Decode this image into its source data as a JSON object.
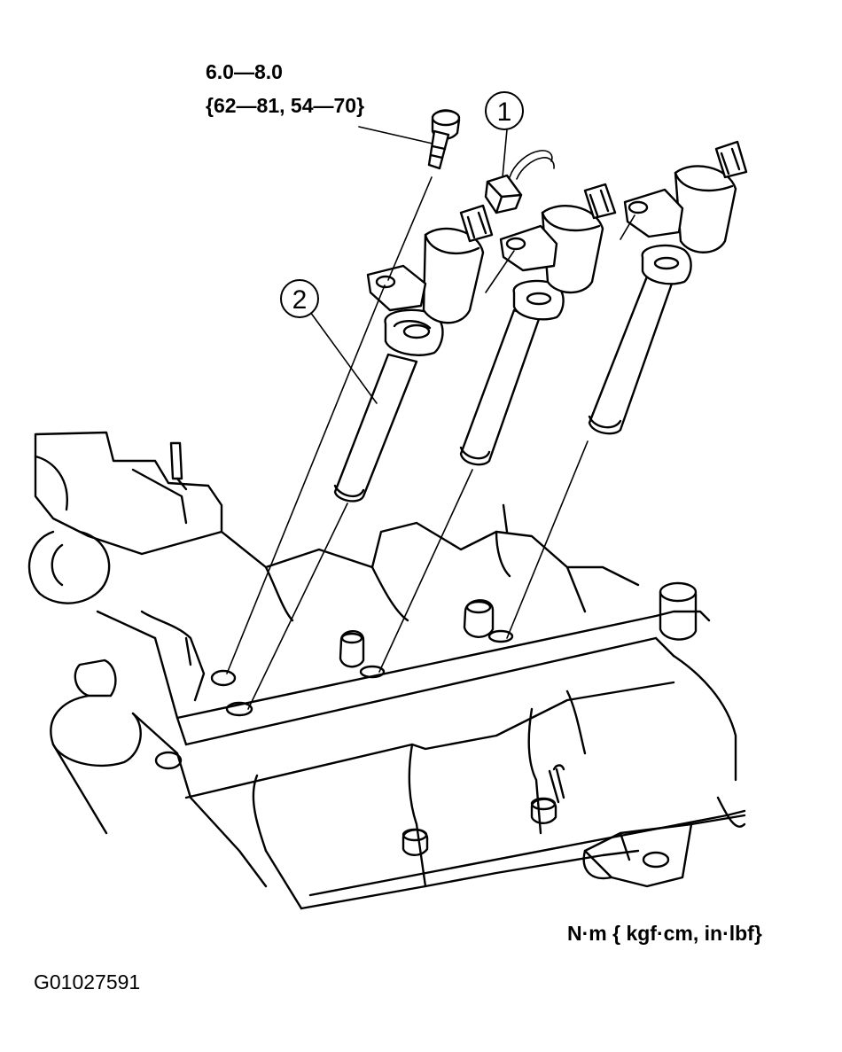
{
  "torque": {
    "value_nm": "6.0—8.0",
    "value_alt": "{62—81, 54—70}"
  },
  "callouts": [
    {
      "number": "1"
    },
    {
      "number": "2"
    }
  ],
  "units_legend": "N·m { kgf·cm,  in·lbf}",
  "figure_id": "G01027591"
}
